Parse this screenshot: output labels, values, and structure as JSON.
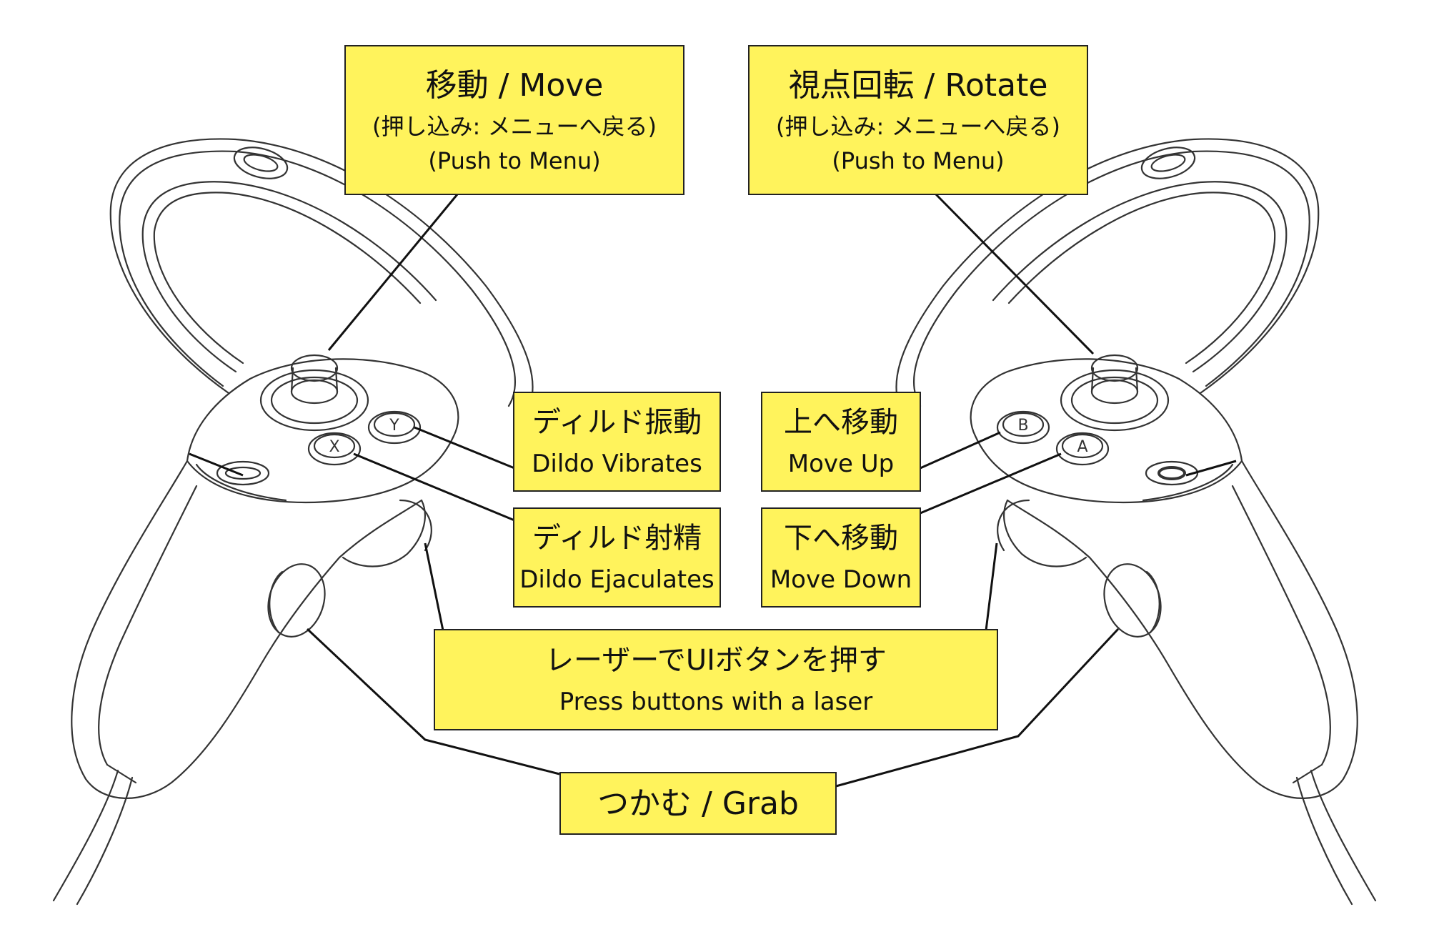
{
  "labels": {
    "move": {
      "title": "移動 / Move",
      "sub_ja": "(押し込み: メニューへ戻る)",
      "sub_en": "(Push to Menu)"
    },
    "rotate": {
      "title": "視点回転 / Rotate",
      "sub_ja": "(押し込み: メニューへ戻る)",
      "sub_en": "(Push to Menu)"
    },
    "dildo_vibrates": {
      "ja": "ディルド振動",
      "en": "Dildo Vibrates"
    },
    "dildo_ejaculates": {
      "ja": "ディルド射精",
      "en": "Dildo Ejaculates"
    },
    "move_up": {
      "ja": "上へ移動",
      "en": "Move Up"
    },
    "move_down": {
      "ja": "下へ移動",
      "en": "Move Down"
    },
    "laser": {
      "ja": "レーザーでUIボタンを押す",
      "en": "Press buttons with a laser"
    },
    "grab": {
      "title": "つかむ / Grab"
    }
  },
  "controller_buttons": {
    "left": {
      "face_top": "Y",
      "face_bottom": "X"
    },
    "right": {
      "face_top": "B",
      "face_bottom": "A"
    }
  },
  "colors": {
    "label_fill": "#fff35c",
    "line": "#111111",
    "outline": "#333333"
  }
}
